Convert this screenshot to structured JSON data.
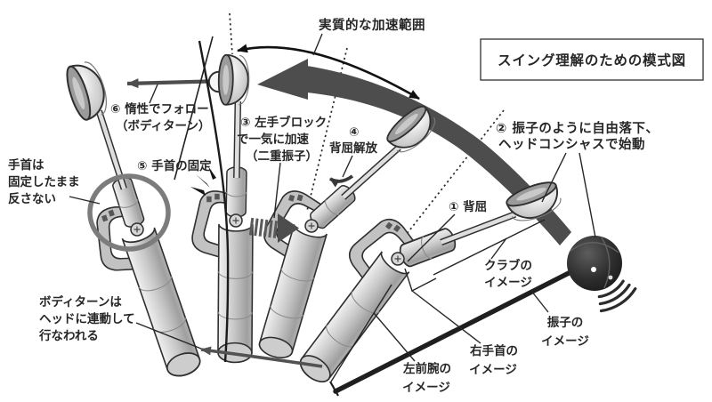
{
  "title_box": {
    "text": "スイング理解のための模式図"
  },
  "ann": {
    "accel_range": "実質的な加速範囲",
    "step1": "① 背屈",
    "step2_line1": "② 振子のように自由落下、",
    "step2_line2": "ヘッドコンシャスで始動",
    "step3_line1": "③ 左手ブロック",
    "step3_line2": "で一気に加速",
    "step3_line3": "（二重振子）",
    "step4_num": "④",
    "step4_text": "背屈解放",
    "step5": "⑤ 手首の固定",
    "step6_line1": "⑥ 惰性でフォロー",
    "step6_line2": "（ボディターン）",
    "wrist_note_line1": "手首は",
    "wrist_note_line2": "固定したまま",
    "wrist_note_line3": "反さない",
    "bodyturn_note_line1": "ボディターンは",
    "bodyturn_note_line2": "ヘッドに連動して",
    "bodyturn_note_line3": "行なわれる",
    "club_image_line1": "クラブの",
    "club_image_line2": "イメージ",
    "right_wrist_image_line1": "右手首の",
    "right_wrist_image_line2": "イメージ",
    "left_forearm_image_line1": "左前腕の",
    "left_forearm_image_line2": "イメージ",
    "pendulum_image_line1": "振子の",
    "pendulum_image_line2": "イメージ"
  },
  "colors": {
    "ink": "#262626",
    "outline": "#2f2f2f",
    "swoosh": "#4d4d4d",
    "figure_fill": "#cccccc",
    "ball": "#1e1e1e",
    "ring": "#7c7c7c",
    "bg": "#ffffff"
  }
}
